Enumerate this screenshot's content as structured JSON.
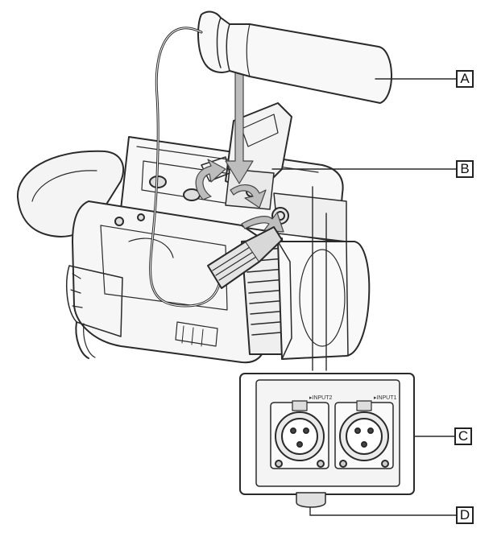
{
  "callouts": {
    "a": "A",
    "b": "B",
    "c": "C",
    "d": "D"
  },
  "panel_labels": {
    "input2": "▸INPUT2",
    "input1": "▸INPUT1"
  }
}
